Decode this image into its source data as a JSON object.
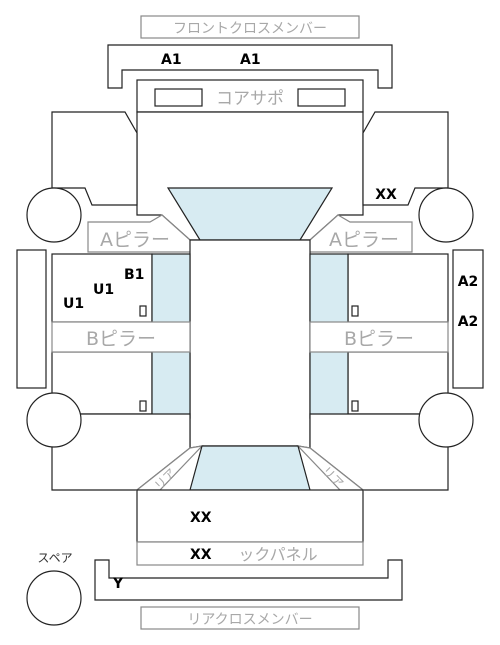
{
  "parts": {
    "front_cross_member": "フロントクロスメンバー",
    "core_support": "コアサポ",
    "a_pillar": "Aピラー",
    "b_pillar": "Bピラー",
    "rear_panel": "ックパネル",
    "rear_cross_member": "リアクロスメンバー",
    "spare": "スペア",
    "rear_left_corner": "リア",
    "rear_right_corner": "リア"
  },
  "codes": {
    "front_member_left": "A1",
    "front_member_right": "A1",
    "front_right_apron": "XX",
    "right_side_upper": "A2",
    "right_side_lower": "A2",
    "left_b1": "B1",
    "left_u1_upper": "U1",
    "left_u1_lower": "U1",
    "trunk_floor": "XX",
    "rear_panel_code": "XX",
    "rear_member_code": "Y"
  }
}
